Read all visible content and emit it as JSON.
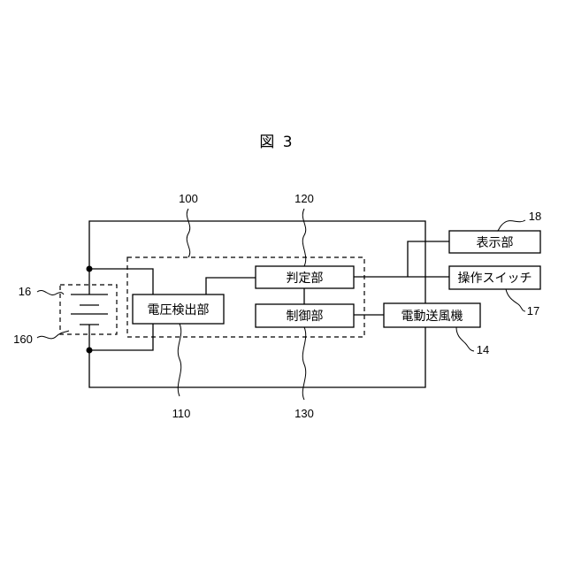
{
  "figure": {
    "title": "図 3"
  },
  "blocks": {
    "voltage_detector": "電圧検出部",
    "judgment": "判定部",
    "control": "制御部",
    "display": "表示部",
    "operation_switch": "操作スイッチ",
    "electric_blower": "電動送風機"
  },
  "refs": {
    "r100": "100",
    "r120": "120",
    "r18": "18",
    "r16": "16",
    "r160": "160",
    "r17": "17",
    "r14": "14",
    "r110": "110",
    "r130": "130"
  }
}
